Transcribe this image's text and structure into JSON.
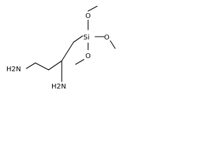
{
  "molecule": {
    "atoms": {
      "silicon": "Si",
      "methoxy_o1": "O",
      "methoxy_o2": "O",
      "methoxy_o3": "O",
      "amine_left": "H2N",
      "amine_bottom": "H2N"
    }
  }
}
